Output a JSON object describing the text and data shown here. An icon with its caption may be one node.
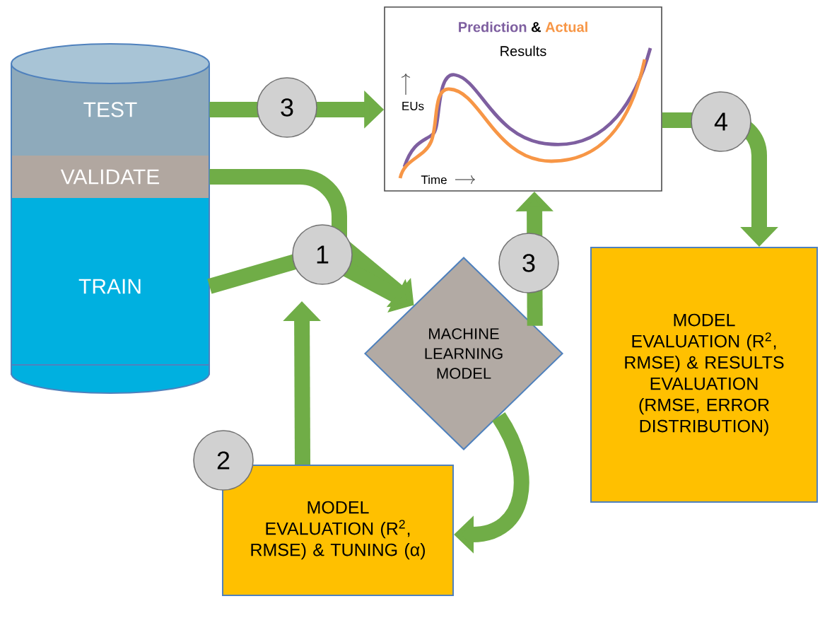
{
  "diagram": {
    "nodes": [
      {
        "text": [
          "TEST"
        ]
      },
      {
        "text": [
          "VALIDATE"
        ]
      },
      {
        "text": [
          "TRAIN"
        ]
      },
      {
        "text": [
          "Prediction",
          "&",
          "Actual",
          "Results",
          "EUs",
          "Time"
        ]
      },
      {
        "text": [
          "MACHINE LEARNING MODEL"
        ]
      },
      {
        "text": [
          "MODEL EVALUATION (R$^{2}$, RMSE) & TUNING (α)"
        ],
        "beside": [
          "2"
        ]
      },
      {
        "text": [
          "MODEL EVALUATION (R$^{2}$, RMSE) & RESULTS EVALUATION (RMSE, ERROR DISTRIBUTION)"
        ]
      }
    ],
    "edges": [
      {
        "from": 0,
        "to": 3,
        "arrow": "to",
        "label": "3"
      },
      {
        "from": 1,
        "to": 4,
        "arrow": "to"
      },
      {
        "from": 2,
        "to": 4,
        "arrow": "to",
        "label": "1"
      },
      {
        "from": 5,
        "to": 4,
        "arrow": "to"
      },
      {
        "from": 4,
        "to": 5,
        "arrow": "to"
      },
      {
        "from": 4,
        "to": 3,
        "arrow": "to",
        "label": "3"
      },
      {
        "from": 3,
        "to": 6,
        "arrow": "to",
        "label": "4"
      }
    ]
  }
}
